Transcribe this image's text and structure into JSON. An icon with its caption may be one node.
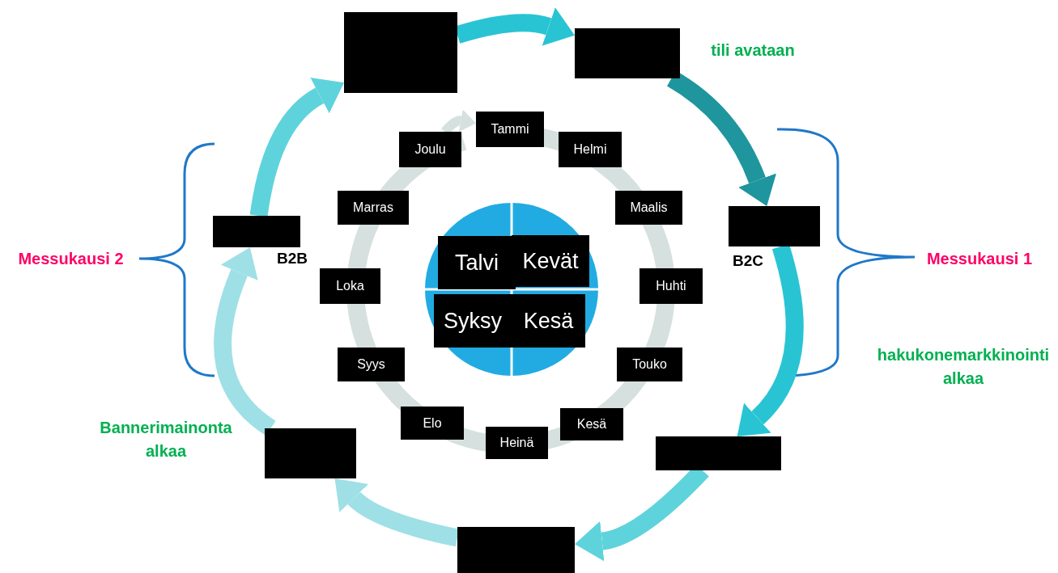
{
  "diagram": {
    "nodes": [
      {
        "text": [],
        "shape": "box"
      },
      {
        "text": [],
        "shape": "box"
      },
      {
        "text": [],
        "shape": "box",
        "beside": [
          "B2C"
        ]
      },
      {
        "text": [],
        "shape": "box"
      },
      {
        "text": [],
        "shape": "box"
      },
      {
        "text": [],
        "shape": "box"
      },
      {
        "text": [],
        "shape": "box",
        "beside": [
          "B2B"
        ]
      },
      {
        "text": [
          "Tammi"
        ]
      },
      {
        "text": [
          "Helmi"
        ]
      },
      {
        "text": [
          "Maalis"
        ]
      },
      {
        "text": [
          "Huhti"
        ]
      },
      {
        "text": [
          "Touko"
        ]
      },
      {
        "text": [
          "Kesä"
        ]
      },
      {
        "text": [
          "Heinä"
        ]
      },
      {
        "text": [
          "Elo"
        ]
      },
      {
        "text": [
          "Syys"
        ]
      },
      {
        "text": [
          "Loka"
        ]
      },
      {
        "text": [
          "Marras"
        ]
      },
      {
        "text": [
          "Joulu"
        ]
      },
      {
        "text": [
          "Talvi"
        ]
      },
      {
        "text": [
          "Kevät"
        ]
      },
      {
        "text": [
          "Syksy"
        ]
      },
      {
        "text": [
          "Kesä"
        ]
      }
    ],
    "edges": [
      {
        "from": 6,
        "to": 0,
        "arrow": "to",
        "color": "#5fd3dc"
      },
      {
        "from": 0,
        "to": 1,
        "arrow": "to",
        "color": "#29c4d3"
      },
      {
        "from": 1,
        "to": 2,
        "arrow": "to",
        "color": "#1f959e"
      },
      {
        "from": 2,
        "to": 3,
        "arrow": "to",
        "color": "#29c4d3"
      },
      {
        "from": 3,
        "to": 4,
        "arrow": "to",
        "color": "#5fd3dc"
      },
      {
        "from": 4,
        "to": 5,
        "arrow": "to",
        "color": "#9ee0e6"
      },
      {
        "from": 5,
        "to": 6,
        "arrow": "to",
        "color": "#9ee0e6"
      },
      {
        "from": 18,
        "to": 7,
        "arrow": "to",
        "color": "#d5e0df"
      }
    ],
    "labels": [
      "tili avataan",
      "Messukausi 1",
      "hakukonemarkkinointi alkaa",
      "Bannerimainonta alkaa",
      "Messukausi 2"
    ]
  }
}
